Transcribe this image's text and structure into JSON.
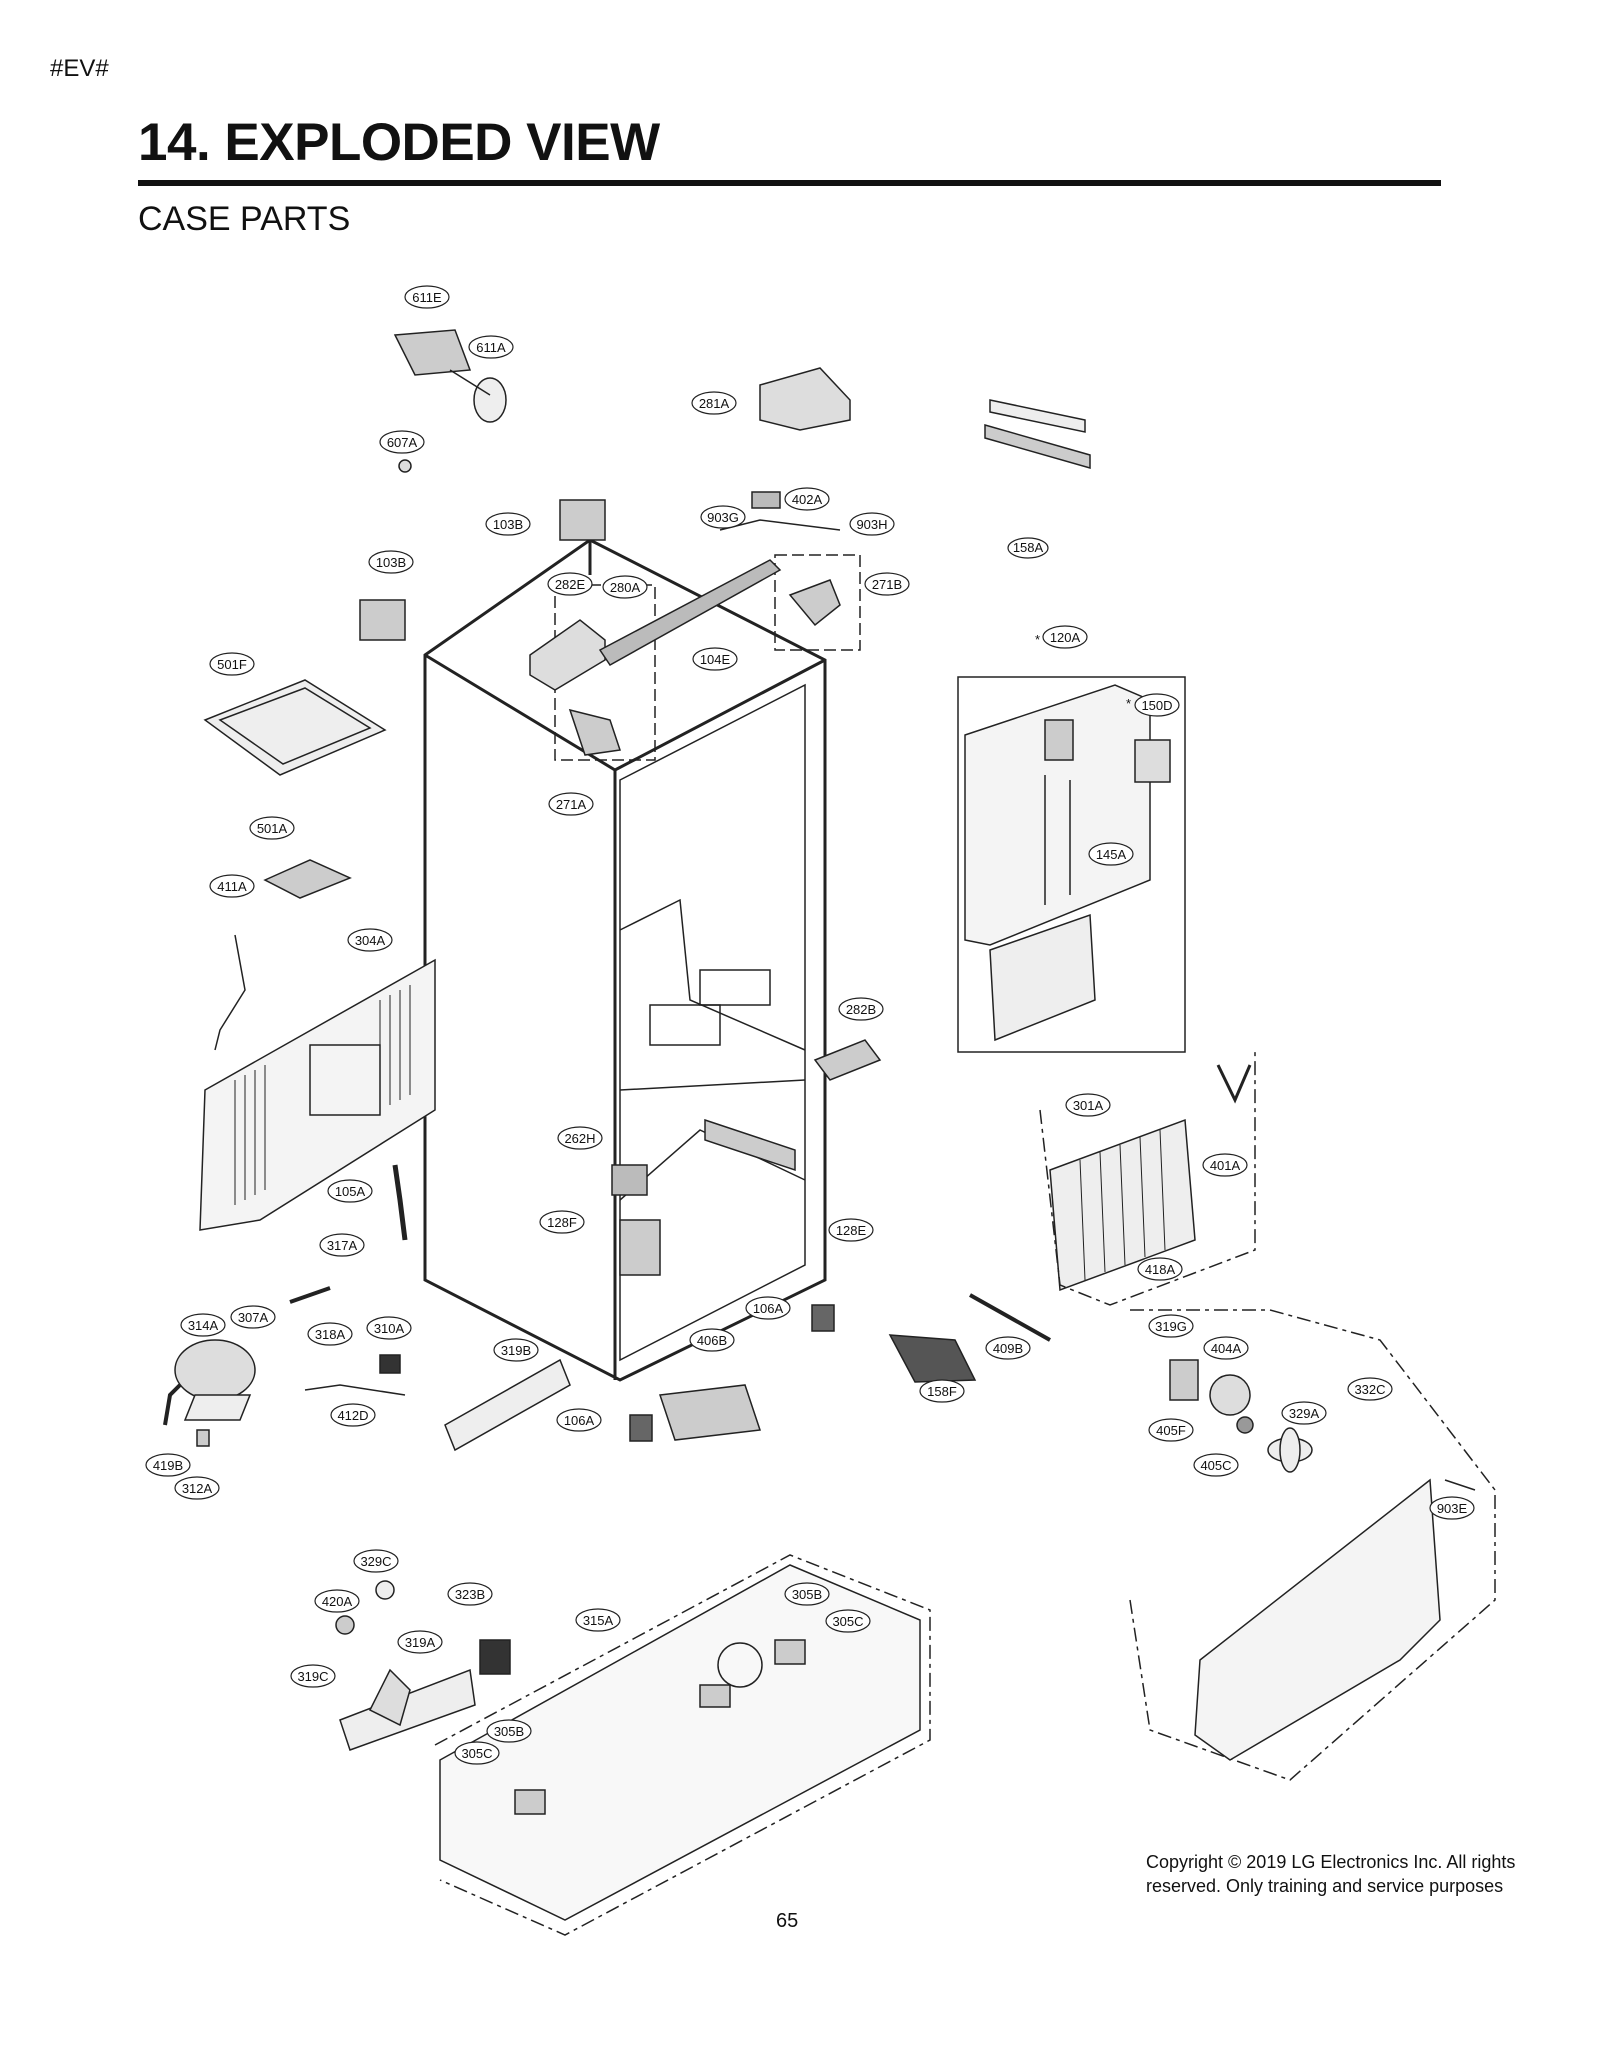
{
  "header": {
    "tag": "#EV#",
    "title": "14. EXPLODED VIEW",
    "subtitle": "CASE PARTS"
  },
  "diagram": {
    "callouts": [
      "611E",
      "611A",
      "607A",
      "281A",
      "158A",
      "402A",
      "103B",
      "903G",
      "903H",
      "103B",
      "282E",
      "280A",
      "271B",
      "120A",
      "150D",
      "501F",
      "104E",
      "271A",
      "501A",
      "145A",
      "411A",
      "304A",
      "282B",
      "301A",
      "262H",
      "401A",
      "105A",
      "128F",
      "128E",
      "418A",
      "317A",
      "106A",
      "314A",
      "307A",
      "318A",
      "310A",
      "319B",
      "406B",
      "409B",
      "319G",
      "404A",
      "332C",
      "158F",
      "412D",
      "106A",
      "329A",
      "405F",
      "405C",
      "419B",
      "312A",
      "903E",
      "329C",
      "323B",
      "420A",
      "305B",
      "315A",
      "305C",
      "319A",
      "319C",
      "305B",
      "305C"
    ],
    "asterisk_marks": [
      "*",
      "*"
    ]
  },
  "footer": {
    "copyright": "Copyright © 2019 LG Electronics Inc. All rights reserved. Only training and service purposes",
    "page_number": "65"
  }
}
